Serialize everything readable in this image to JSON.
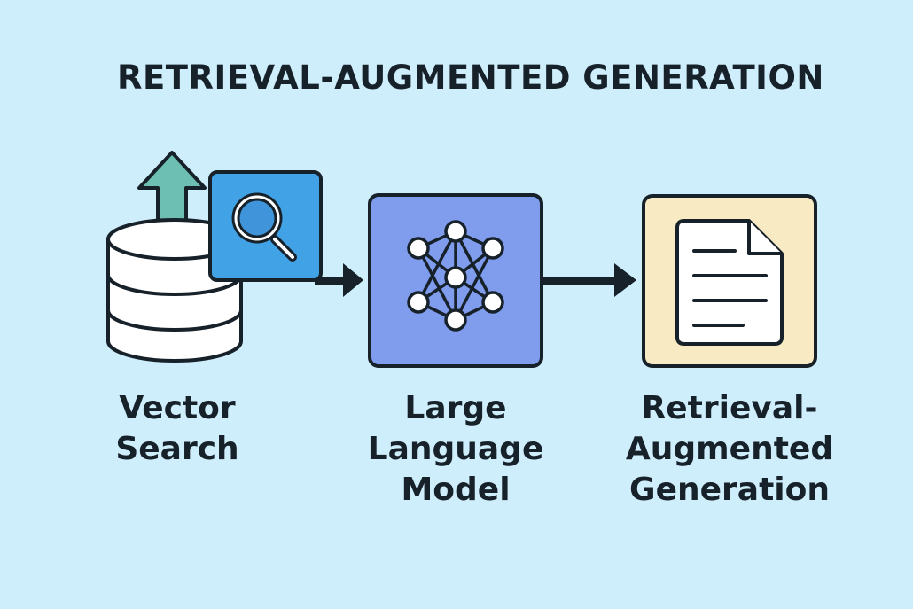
{
  "title": "RETRIEVAL-AUGMENTED GENERATION",
  "colors": {
    "background": "#cfeefc",
    "stroke": "#17212a",
    "search_box": "#42a2e6",
    "llm_box": "#7f9ced",
    "output_box": "#f8ebc4",
    "arrow_up": "#6cbfb2"
  },
  "nodes": [
    {
      "id": "vector-search",
      "icons": [
        "database-icon",
        "magnifier-icon",
        "arrow-up-icon"
      ],
      "label_lines": [
        "Vector",
        "Search"
      ]
    },
    {
      "id": "llm",
      "icons": [
        "neural-network-icon"
      ],
      "label_lines": [
        "Large",
        "Language",
        "Model"
      ]
    },
    {
      "id": "rag",
      "icons": [
        "document-icon"
      ],
      "label_lines": [
        "Retrieval-",
        "Augmented",
        "Generation"
      ]
    }
  ],
  "edges": [
    {
      "from": "vector-search",
      "to": "llm"
    },
    {
      "from": "llm",
      "to": "rag"
    }
  ]
}
